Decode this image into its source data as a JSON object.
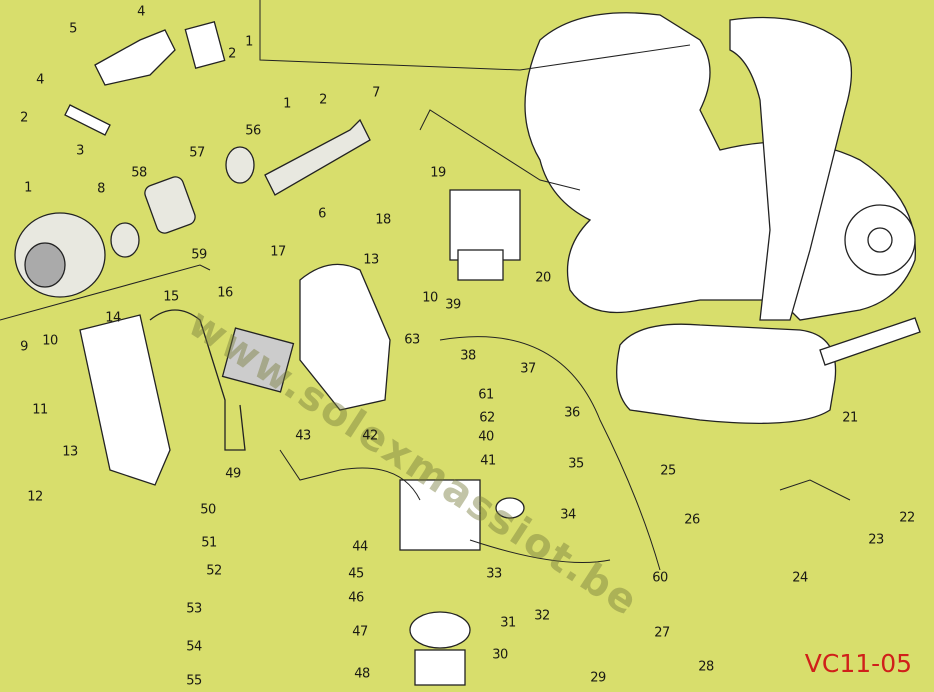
{
  "title_code": "VC11-05",
  "watermark": "www.solexmassiot.be",
  "colors": {
    "background": "#d8de6c",
    "code": "#d0201a"
  },
  "part_labels": [
    {
      "n": "4",
      "id": "p4a"
    },
    {
      "n": "5",
      "id": "p5"
    },
    {
      "n": "2",
      "id": "p2a"
    },
    {
      "n": "1",
      "id": "p1a"
    },
    {
      "n": "4",
      "id": "p4b"
    },
    {
      "n": "2",
      "id": "p2b"
    },
    {
      "n": "3",
      "id": "p3"
    },
    {
      "n": "1",
      "id": "p1b"
    },
    {
      "n": "8",
      "id": "p8"
    },
    {
      "n": "58",
      "id": "p58"
    },
    {
      "n": "57",
      "id": "p57"
    },
    {
      "n": "56",
      "id": "p56"
    },
    {
      "n": "1",
      "id": "p1c"
    },
    {
      "n": "2",
      "id": "p2c"
    },
    {
      "n": "7",
      "id": "p7"
    },
    {
      "n": "6",
      "id": "p6"
    },
    {
      "n": "19",
      "id": "p19"
    },
    {
      "n": "18",
      "id": "p18"
    },
    {
      "n": "13",
      "id": "p13a"
    },
    {
      "n": "17",
      "id": "p17"
    },
    {
      "n": "59",
      "id": "p59"
    },
    {
      "n": "15",
      "id": "p15"
    },
    {
      "n": "16",
      "id": "p16"
    },
    {
      "n": "14",
      "id": "p14"
    },
    {
      "n": "9",
      "id": "p9"
    },
    {
      "n": "10",
      "id": "p10a"
    },
    {
      "n": "11",
      "id": "p11"
    },
    {
      "n": "13",
      "id": "p13b"
    },
    {
      "n": "12",
      "id": "p12"
    },
    {
      "n": "63",
      "id": "p63"
    },
    {
      "n": "10",
      "id": "p10b"
    },
    {
      "n": "39",
      "id": "p39"
    },
    {
      "n": "20",
      "id": "p20"
    },
    {
      "n": "38",
      "id": "p38"
    },
    {
      "n": "37",
      "id": "p37"
    },
    {
      "n": "61",
      "id": "p61"
    },
    {
      "n": "36",
      "id": "p36"
    },
    {
      "n": "62",
      "id": "p62"
    },
    {
      "n": "40",
      "id": "p40"
    },
    {
      "n": "42",
      "id": "p42"
    },
    {
      "n": "43",
      "id": "p43"
    },
    {
      "n": "41",
      "id": "p41"
    },
    {
      "n": "35",
      "id": "p35"
    },
    {
      "n": "49",
      "id": "p49"
    },
    {
      "n": "50",
      "id": "p50"
    },
    {
      "n": "51",
      "id": "p51"
    },
    {
      "n": "52",
      "id": "p52"
    },
    {
      "n": "34",
      "id": "p34"
    },
    {
      "n": "25",
      "id": "p25"
    },
    {
      "n": "26",
      "id": "p26"
    },
    {
      "n": "21",
      "id": "p21"
    },
    {
      "n": "22",
      "id": "p22"
    },
    {
      "n": "23",
      "id": "p23"
    },
    {
      "n": "24",
      "id": "p24"
    },
    {
      "n": "60",
      "id": "p60"
    },
    {
      "n": "44",
      "id": "p44"
    },
    {
      "n": "33",
      "id": "p33"
    },
    {
      "n": "45",
      "id": "p45"
    },
    {
      "n": "46",
      "id": "p46"
    },
    {
      "n": "32",
      "id": "p32"
    },
    {
      "n": "31",
      "id": "p31"
    },
    {
      "n": "47",
      "id": "p47"
    },
    {
      "n": "30",
      "id": "p30"
    },
    {
      "n": "48",
      "id": "p48"
    },
    {
      "n": "27",
      "id": "p27"
    },
    {
      "n": "28",
      "id": "p28"
    },
    {
      "n": "29",
      "id": "p29"
    },
    {
      "n": "53",
      "id": "p53"
    },
    {
      "n": "54",
      "id": "p54"
    },
    {
      "n": "55",
      "id": "p55"
    }
  ]
}
